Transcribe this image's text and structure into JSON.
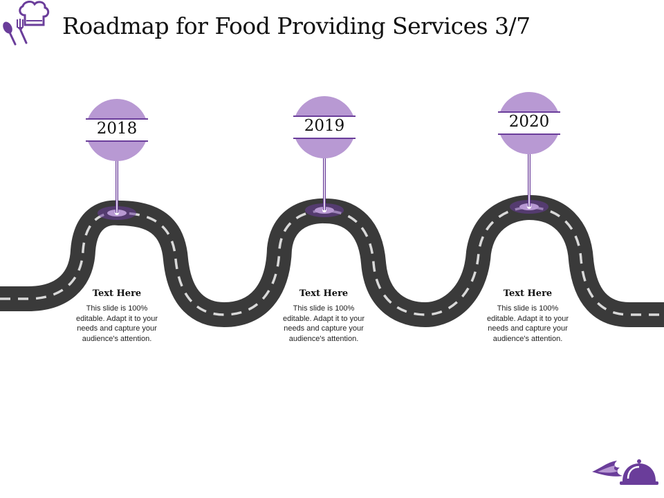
{
  "slide": {
    "title": "Roadmap for Food Providing Services 3/7"
  },
  "milestones": [
    {
      "year": "2018",
      "heading": "Text Here",
      "body": "This slide is 100% editable. Adapt it to your needs and capture your audience's attention."
    },
    {
      "year": "2019",
      "heading": "Text Here",
      "body": "This slide is 100% editable. Adapt it to your needs and capture your audience's attention."
    },
    {
      "year": "2020",
      "heading": "Text Here",
      "body": "This slide is 100% editable. Adapt it to your needs and capture your audience's attention."
    }
  ],
  "colors": {
    "accent": "#b899d3",
    "accent_dark": "#6a3d9a",
    "road": "#3a3a3a",
    "road_dash": "#d9d9d9"
  },
  "icons": {
    "top_left": "chef-hat-cutlery-icon",
    "bottom_right": "food-cloche-icon"
  }
}
